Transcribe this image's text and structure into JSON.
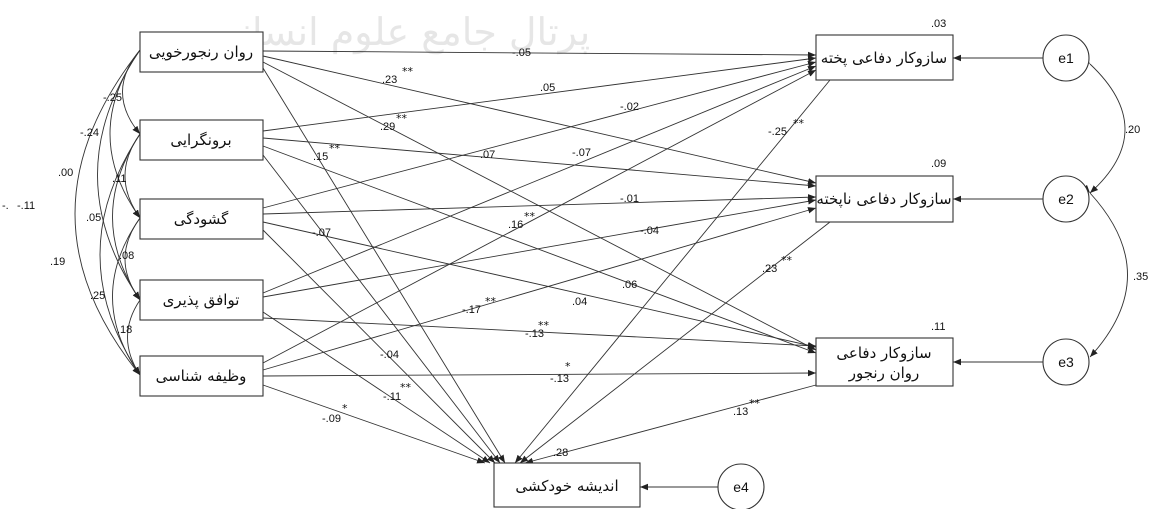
{
  "watermark": "پرتال جامع علوم انسانی",
  "predictors": [
    {
      "id": "p1",
      "label": "روان رنجورخویی"
    },
    {
      "id": "p2",
      "label": "برونگرایی"
    },
    {
      "id": "p3",
      "label": "گشودگی"
    },
    {
      "id": "p4",
      "label": "توافق پذیری"
    },
    {
      "id": "p5",
      "label": "وظیفه شناسی"
    }
  ],
  "mediators": [
    {
      "id": "m1",
      "label": "سازوکار دفاعی پخته",
      "r2": ".03",
      "error": "e1"
    },
    {
      "id": "m2",
      "label": "سازوکار دفاعی ناپخته",
      "r2": ".09",
      "error": "e2"
    },
    {
      "id": "m3",
      "label_line1": "سازوکار دفاعی",
      "label_line2": "روان رنجور",
      "r2": ".11",
      "error": "e3"
    }
  ],
  "outcome": {
    "id": "o1",
    "label": "اندیشه خودکشی",
    "r2": ".28",
    "error": "e4"
  },
  "covariances": {
    "p1_p2": "-.25",
    "p1_p3": "-.24",
    "p1_p4": ".00",
    "p1_p5": "-.11",
    "p2_p3": ".11",
    "p2_p4": ".05",
    "p2_p5": ".19",
    "p3_p4": ".08",
    "p3_p5": ".25",
    "p4_p5": ".18",
    "e1_e2": ".20",
    "e2_e3": ".35",
    "edge_fragment": "-."
  },
  "paths": {
    "p1_m1": "-.05",
    "p1_m2": ".23",
    "p1_m3": ".29",
    "p1_o": ".15",
    "p2_m1": ".05",
    "p2_m2": ".07",
    "p2_m3": ".06",
    "p2_o": "-.07",
    "p3_m1": "-.02",
    "p3_m2": "-.01",
    "p3_m3": ".04",
    "p3_o": "-.04",
    "p4_m1": "-.07",
    "p4_m2": "-.04",
    "p4_m3": "-.13",
    "p4_o": "-.11",
    "p5_m1": ".16",
    "p5_m2": "-.17",
    "p5_m3": "-.13",
    "p5_o": "-.09",
    "m1_o": "-.25",
    "m2_o": ".23",
    "m3_o": ".13"
  },
  "significance": {
    "double": "**",
    "single": "*"
  }
}
